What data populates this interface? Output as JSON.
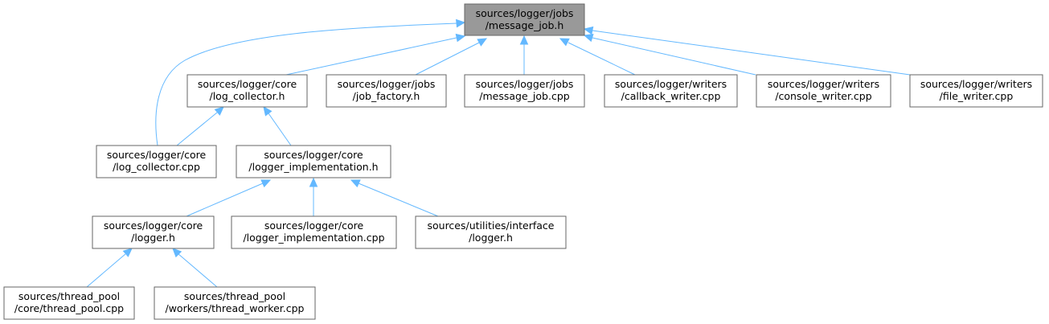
{
  "colors": {
    "edge": "#63b8ff",
    "node_border": "#666666",
    "node_fill": "#ffffff",
    "root_fill": "#999999"
  },
  "graph": {
    "nodes": [
      {
        "id": "message_job_h",
        "line1": "sources/logger/jobs",
        "line2": "/message_job.h",
        "root": true
      },
      {
        "id": "log_collector_h",
        "line1": "sources/logger/core",
        "line2": "/log_collector.h"
      },
      {
        "id": "job_factory_h",
        "line1": "sources/logger/jobs",
        "line2": "/job_factory.h"
      },
      {
        "id": "message_job_cpp",
        "line1": "sources/logger/jobs",
        "line2": "/message_job.cpp"
      },
      {
        "id": "callback_writer_cpp",
        "line1": "sources/logger/writers",
        "line2": "/callback_writer.cpp"
      },
      {
        "id": "console_writer_cpp",
        "line1": "sources/logger/writers",
        "line2": "/console_writer.cpp"
      },
      {
        "id": "file_writer_cpp",
        "line1": "sources/logger/writers",
        "line2": "/file_writer.cpp"
      },
      {
        "id": "log_collector_cpp",
        "line1": "sources/logger/core",
        "line2": "/log_collector.cpp"
      },
      {
        "id": "logger_implementation_h",
        "line1": "sources/logger/core",
        "line2": "/logger_implementation.h"
      },
      {
        "id": "logger_h",
        "line1": "sources/logger/core",
        "line2": "/logger.h"
      },
      {
        "id": "logger_implementation_cpp",
        "line1": "sources/logger/core",
        "line2": "/logger_implementation.cpp"
      },
      {
        "id": "interface_logger_h",
        "line1": "sources/utilities/interface",
        "line2": "/logger.h"
      },
      {
        "id": "thread_pool_cpp",
        "line1": "sources/thread_pool",
        "line2": "/core/thread_pool.cpp"
      },
      {
        "id": "thread_worker_cpp",
        "line1": "sources/thread_pool",
        "line2": "/workers/thread_worker.cpp"
      }
    ],
    "edges": [
      {
        "from": "log_collector_cpp",
        "to": "message_job_h"
      },
      {
        "from": "log_collector_h",
        "to": "message_job_h"
      },
      {
        "from": "job_factory_h",
        "to": "message_job_h"
      },
      {
        "from": "message_job_cpp",
        "to": "message_job_h"
      },
      {
        "from": "callback_writer_cpp",
        "to": "message_job_h"
      },
      {
        "from": "console_writer_cpp",
        "to": "message_job_h"
      },
      {
        "from": "file_writer_cpp",
        "to": "message_job_h"
      },
      {
        "from": "log_collector_cpp",
        "to": "log_collector_h"
      },
      {
        "from": "logger_implementation_h",
        "to": "log_collector_h"
      },
      {
        "from": "logger_h",
        "to": "logger_implementation_h"
      },
      {
        "from": "logger_implementation_cpp",
        "to": "logger_implementation_h"
      },
      {
        "from": "interface_logger_h",
        "to": "logger_implementation_h"
      },
      {
        "from": "thread_pool_cpp",
        "to": "logger_h"
      },
      {
        "from": "thread_worker_cpp",
        "to": "logger_h"
      }
    ]
  }
}
